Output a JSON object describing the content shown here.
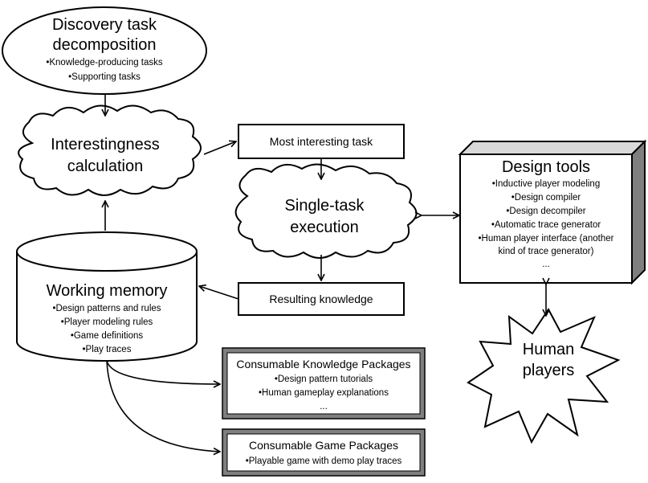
{
  "diagram": {
    "discovery": {
      "title_line1": "Discovery task",
      "title_line2": "decomposition",
      "bullets": [
        "•Knowledge-producing tasks",
        "•Supporting tasks"
      ]
    },
    "interestingness": {
      "line1": "Interestingness",
      "line2": "calculation"
    },
    "most_interesting_task": "Most interesting task",
    "single_task": {
      "line1": "Single-task",
      "line2": "execution"
    },
    "resulting_knowledge": "Resulting knowledge",
    "working_memory": {
      "title": "Working memory",
      "bullets": [
        "•Design patterns and rules",
        "•Player modeling rules",
        "•Game definitions",
        "•Play traces"
      ]
    },
    "design_tools": {
      "title": "Design tools",
      "bullets": [
        "•Inductive player modeling",
        "•Design compiler",
        "•Design decompiler",
        "•Automatic trace generator",
        "•Human player interface (another",
        "kind of trace generator)",
        "..."
      ]
    },
    "human_players": {
      "line1": "Human",
      "line2": "players"
    },
    "knowledge_packages": {
      "title": "Consumable Knowledge Packages",
      "bullets": [
        "•Design pattern tutorials",
        "•Human gameplay explanations",
        "..."
      ]
    },
    "game_packages": {
      "title": "Consumable Game Packages",
      "bullets": [
        "•Playable game with demo play traces"
      ]
    }
  },
  "colors": {
    "stroke": "#000000",
    "fill": "#ffffff",
    "bevel_dark": "#7f7f7f",
    "bevel_light": "#d9d9d9"
  }
}
